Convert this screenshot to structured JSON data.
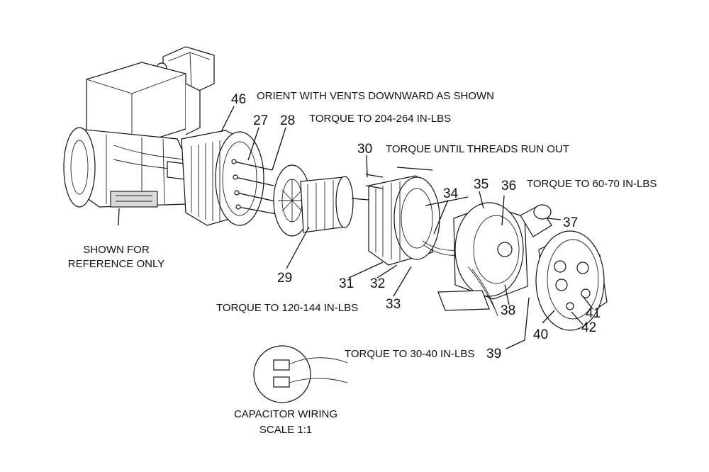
{
  "part_numbers": [
    "46",
    "27",
    "28",
    "30",
    "34",
    "35",
    "36",
    "37",
    "29",
    "31",
    "32",
    "33",
    "38",
    "39",
    "40",
    "41",
    "42"
  ],
  "notes": {
    "orient": "ORIENT WITH VENTS DOWNWARD AS SHOWN",
    "torque_204": "TORQUE TO 204-264 IN-LBS",
    "torque_threads": "TORQUE UNTIL THREADS RUN OUT",
    "torque_60": "TORQUE TO 60-70 IN-LBS",
    "torque_120": "TORQUE TO 120-144 IN-LBS",
    "torque_30": "TORQUE TO 30-40 IN-LBS",
    "reference_line1": "SHOWN FOR",
    "reference_line2": "REFERENCE ONLY",
    "capacitor_line1": "CAPACITOR WIRING",
    "capacitor_line2": "SCALE 1:1"
  }
}
